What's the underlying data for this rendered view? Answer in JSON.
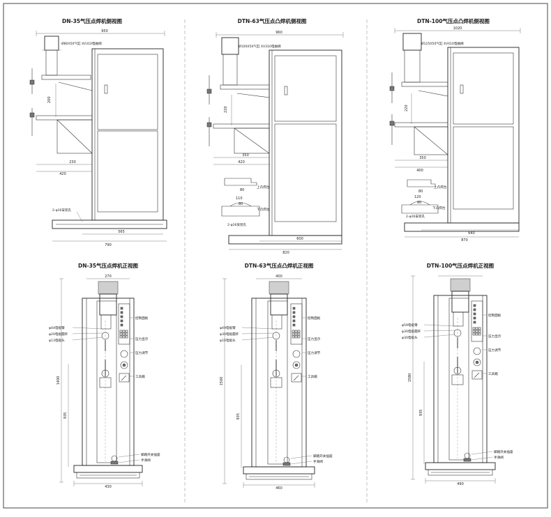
{
  "drawings": {
    "side": [
      {
        "title": "DN-35气压点焊机侧视图",
        "cylinder": "Ø80X50气缸 4V310电磁阀",
        "dims": {
          "w_total": "950",
          "ver": "200",
          "arm": "230",
          "reach": "420",
          "base": "565",
          "len": "790"
        },
        "hole": "2-φ16安装孔"
      },
      {
        "title": "DTN-63气压点凸焊机侧视图",
        "cylinder": "Ø100X50气缸 4V310电磁阀",
        "dims": {
          "w_total": "960",
          "ver": "220",
          "arm": "350",
          "reach": "420",
          "base": "600",
          "len": "820"
        },
        "hole": "2-φ16安装孔",
        "upper": "上凸焊台",
        "lower": "下凸焊台",
        "d80": "80",
        "d110": "110",
        "d80b": "80"
      },
      {
        "title": "DTN-100气压点凸焊机侧视图",
        "cylinder": "Ø125X50气缸 4V410电磁阀",
        "dims": {
          "w_total": "1020",
          "ver": "220",
          "arm": "350",
          "reach": "400",
          "base": "640",
          "len": "870"
        },
        "hole": "2-φ16安装孔",
        "upper": "上凸焊台",
        "lower": "下凸焊台",
        "d80": "80",
        "d110": "120",
        "d80b": "80"
      }
    ],
    "front": [
      {
        "title": "DN-35气压点焊机正视图",
        "top": "270",
        "height": "1400",
        "lower": "935",
        "base": "430",
        "callouts": [
          "φ44电极臂",
          "φ20电极握杆",
          "φ13电极头"
        ],
        "right": [
          "控制面板",
          "压力显示",
          "压力调节",
          "工具箱"
        ],
        "foot": [
          "脚踏开关插座",
          "手滑阀"
        ]
      },
      {
        "title": "DTN-63气压点凸焊机正视图",
        "top": "400",
        "height": "1500",
        "lower": "935",
        "base": "460",
        "callouts": [
          "φ49电极臂",
          "φ30电极握杆",
          "φ16电极头"
        ],
        "right": [
          "控制面板",
          "压力显示",
          "压力调节",
          "工具箱"
        ],
        "foot": [
          "脚踏开关插座",
          "手滑阀"
        ]
      },
      {
        "title": "DTN-100气压点焊机正视图",
        "top": "",
        "height": "1580",
        "lower": "935",
        "base": "490",
        "callouts": [
          "φ59电极臂",
          "φ30电极握杆",
          "φ30电极头"
        ],
        "right": [
          "控制面板",
          "压力显示",
          "压力调节",
          "工具箱"
        ],
        "foot": [
          "脚踏开关插座",
          "手滑阀"
        ]
      }
    ]
  }
}
